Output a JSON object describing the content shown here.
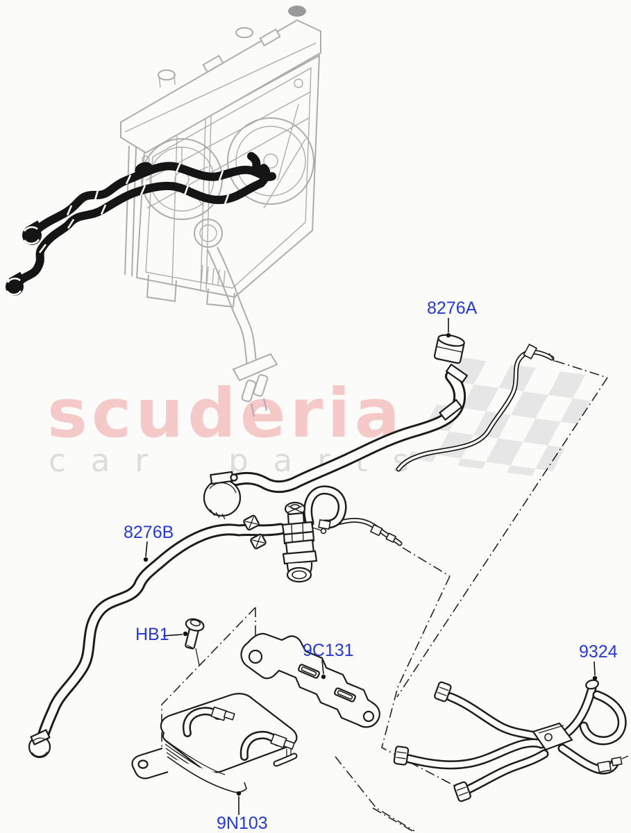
{
  "watermark": {
    "brand": "scuderia",
    "tagline": "car parts"
  },
  "colors": {
    "background": "#fbfbf9",
    "label": "#2438dd",
    "line": "#1c1c1c",
    "ghost": "#acacac",
    "brand": "#f6c9c9",
    "tagline": "#dcdcdc",
    "flag": "#e6e6e6"
  },
  "diagram": {
    "labels": [
      {
        "text": "8276A"
      },
      {
        "text": "8276B"
      },
      {
        "text": "HB1"
      },
      {
        "text": "9C131"
      },
      {
        "text": "9324"
      },
      {
        "text": "9N103"
      }
    ]
  }
}
